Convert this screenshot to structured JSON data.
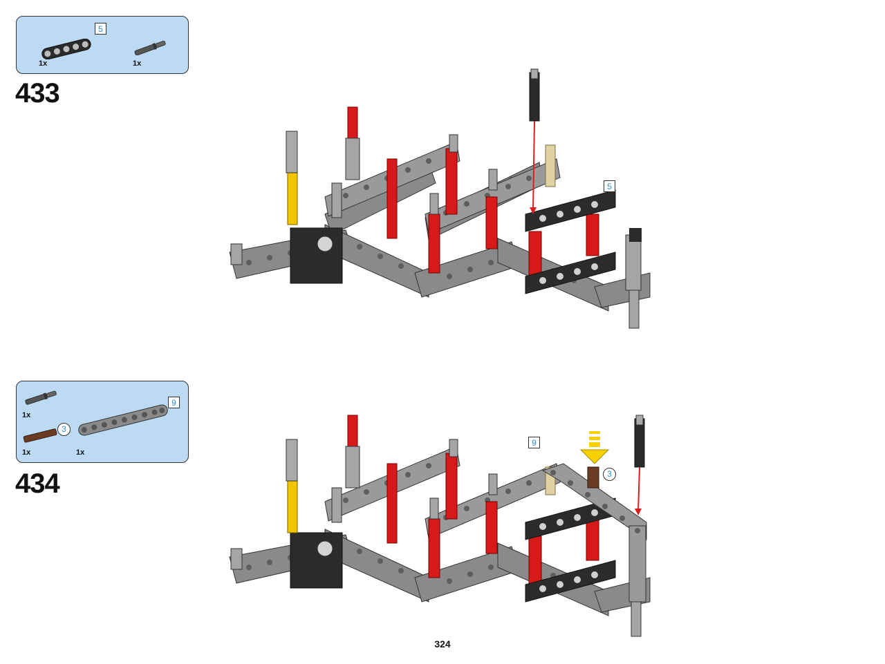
{
  "colors": {
    "panel_bg": "#bcdaf3",
    "beam_gray": "#8a8a8a",
    "beam_dark": "#2b2b2b",
    "axle_red": "#d61a1a",
    "axle_yellow": "#f2c500",
    "axle_tan": "#e0d2a4",
    "axle_brown": "#6b3a22",
    "arrow_red": "#d62020",
    "arrow_yellow": "#f6d000",
    "badge_blue": "#2a8fd6"
  },
  "steps": [
    {
      "number": "433",
      "parts": [
        {
          "icon": "black-5-beam-icon",
          "qty": "1x",
          "length_badge": "5"
        },
        {
          "icon": "dark-gray-axle-pin-icon",
          "qty": "1x"
        }
      ],
      "callouts": {
        "beam_length": "5"
      }
    },
    {
      "number": "434",
      "parts": [
        {
          "icon": "dark-gray-axle-pin-icon",
          "qty": "1x"
        },
        {
          "icon": "brown-axle-3-icon",
          "qty": "1x",
          "length_circle": "3"
        },
        {
          "icon": "gray-9-beam-icon",
          "qty": "1x",
          "length_badge": "9"
        }
      ],
      "callouts": {
        "beam_length": "9",
        "axle_length": "3"
      }
    }
  ],
  "page_number": "324"
}
